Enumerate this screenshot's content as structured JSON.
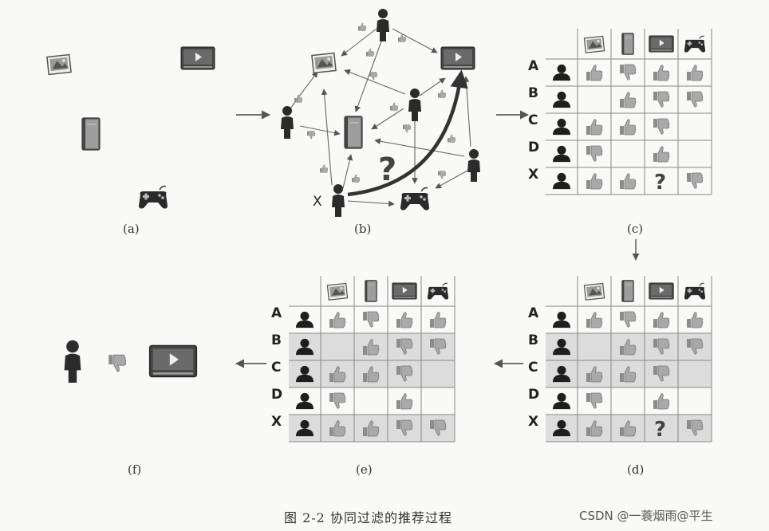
{
  "panels": [
    {
      "id": "a",
      "label": "(a)"
    },
    {
      "id": "b",
      "label": "(b)"
    },
    {
      "id": "c",
      "label": "(c)"
    },
    {
      "id": "d",
      "label": "(d)"
    },
    {
      "id": "e",
      "label": "(e)"
    },
    {
      "id": "f",
      "label": "(f)"
    }
  ],
  "network": {
    "user_label": "X",
    "question": "?"
  },
  "matrix": {
    "columns": [
      "photo-icon",
      "book-icon",
      "video-icon",
      "gamepad-icon"
    ],
    "rows": [
      {
        "label": "A",
        "ratings": [
          "up",
          "down",
          "up",
          "up"
        ]
      },
      {
        "label": "B",
        "ratings": [
          "",
          "up",
          "down",
          "down"
        ]
      },
      {
        "label": "C",
        "ratings": [
          "up",
          "up",
          "down",
          ""
        ]
      },
      {
        "label": "D",
        "ratings": [
          "down",
          "",
          "up",
          ""
        ]
      },
      {
        "label": "X",
        "ratings": [
          "up",
          "up",
          "?",
          "down"
        ]
      }
    ]
  },
  "matrix_e": {
    "rows": [
      {
        "label": "A",
        "ratings": [
          "up",
          "down",
          "up",
          "up"
        ]
      },
      {
        "label": "B",
        "ratings": [
          "",
          "up",
          "down",
          "down"
        ]
      },
      {
        "label": "C",
        "ratings": [
          "up",
          "up",
          "down",
          ""
        ]
      },
      {
        "label": "D",
        "ratings": [
          "down",
          "",
          "up",
          ""
        ]
      },
      {
        "label": "X",
        "ratings": [
          "up",
          "up",
          "down",
          "down"
        ]
      }
    ]
  },
  "highlight_rows": [
    "B",
    "C",
    "X"
  ],
  "result": {
    "rating": "down"
  },
  "caption": "图 2-2    协同过滤的推荐过程",
  "watermark": "CSDN @一蓑烟雨@平生"
}
